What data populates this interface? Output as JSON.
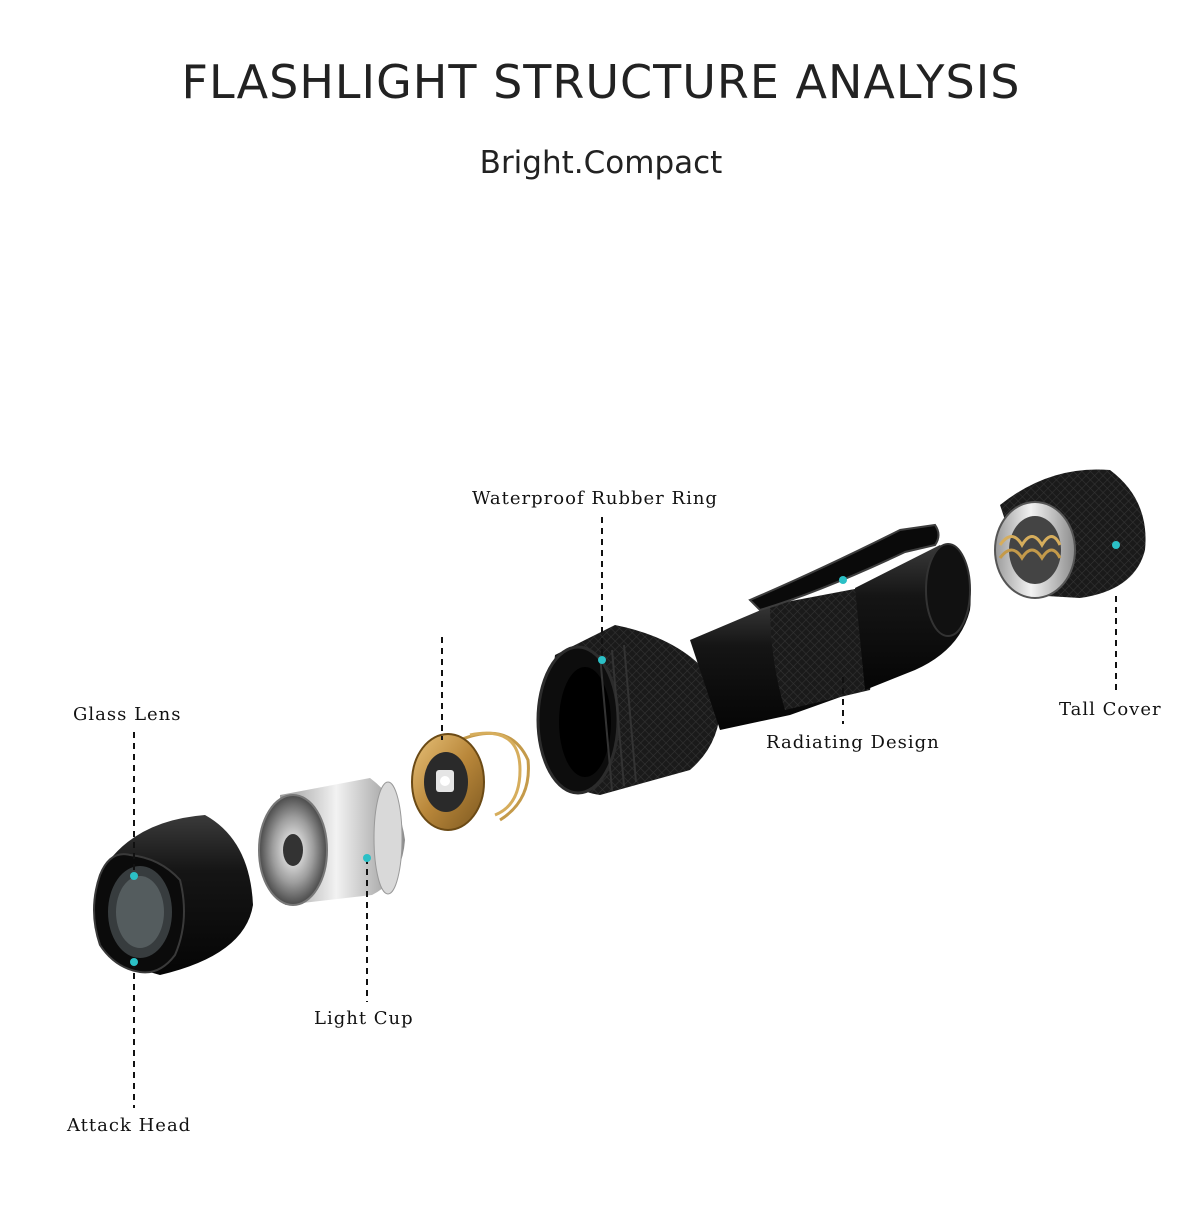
{
  "title": "FLASHLIGHT STRUCTURE ANALYSIS",
  "subtitle": "Bright.Compact",
  "labels": {
    "glass_lens": "Glass Lens",
    "attack_head": "Attack Head",
    "light_cup": "Light Cup",
    "waterproof_ring": "Waterproof Rubber Ring",
    "radiating_design": "Radiating Design",
    "tall_cover": "Tall Cover"
  },
  "colors": {
    "callout_dot": "#2bc0c6",
    "body_black": "#141414",
    "reflector_silver": "#c9c9c9",
    "brass": "#c49a4a"
  }
}
